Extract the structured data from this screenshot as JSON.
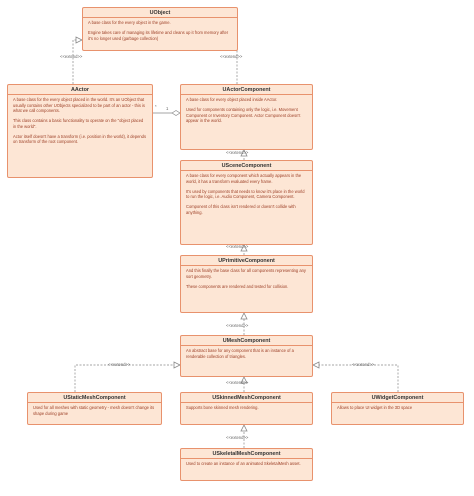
{
  "classes": {
    "uobject": {
      "name": "UObject",
      "paragraphs": [
        "A base class for the every object in the game.",
        "Engine takes care of managing its lifetime and cleans up it from memory after it's no longer used (garbage collection)"
      ]
    },
    "aactor": {
      "name": "AActor",
      "paragraphs": [
        "A base class for the every object placed in the world. It's an UObject that usually contains other UObjects specialized to be part of an actor - this is what we call components.",
        "This class contains a basic functionality to operate on the \"object placed in the world\".",
        "Actor itself doesn't have a transform (i.e. position in the world), it depends on transform of the root component."
      ]
    },
    "uactorcomponent": {
      "name": "UActorComponent",
      "paragraphs": [
        "A base class for every object placed inside AActor.",
        "Used for components containing only the logic, i.e. Movement Component or Inventory Component. Actor Component doesn't appear in the world."
      ]
    },
    "uscenecomponent": {
      "name": "USceneComponent",
      "paragraphs": [
        "A base class for every component which actually appears in the world, it has a transform evaluated every frame.",
        "It's used by components that needs to know it's place in the world to run the logic, i.e. Audio Component, Camera Component.",
        "Component of this class isn't rendered or doesn't collide with anything."
      ]
    },
    "uprimitivecomponent": {
      "name": "UPrimitiveComponent",
      "paragraphs": [
        "And this finally the base class for all components representing any sort geometry.",
        "These components are rendered and tested for collision."
      ]
    },
    "umeshcomponent": {
      "name": "UMeshComponent",
      "paragraphs": [
        "An abstract base for any component that is an instance of a renderable collection of triangles."
      ]
    },
    "ustaticmeshcomponent": {
      "name": "UStaticMeshComponent",
      "paragraphs": [
        "Used for all meshes with static geometry - mesh doesn't change its shape during game"
      ]
    },
    "uskinnedmeshcomponent": {
      "name": "USkinnedMeshComponent",
      "paragraphs": [
        "Supports bone skinned mesh rendering."
      ]
    },
    "uwidgetcomponent": {
      "name": "UWidgetComponent",
      "paragraphs": [
        "Allows to place UI widget in the 3D space"
      ]
    },
    "uskeletalmeshcomponent": {
      "name": "USkeletalMeshComponent",
      "paragraphs": [
        "Used to create an instance of an animated SkeletalMesh asset."
      ]
    }
  },
  "relations": {
    "extend_label": "<<extend>>",
    "multiplicity_aactor": "*",
    "multiplicity_component": "1",
    "aggregation_marker": "◇"
  },
  "colors": {
    "box_fill": "#fde6d5",
    "box_border": "#e8926d",
    "body_text": "#9b3d24",
    "connector": "#888888"
  }
}
